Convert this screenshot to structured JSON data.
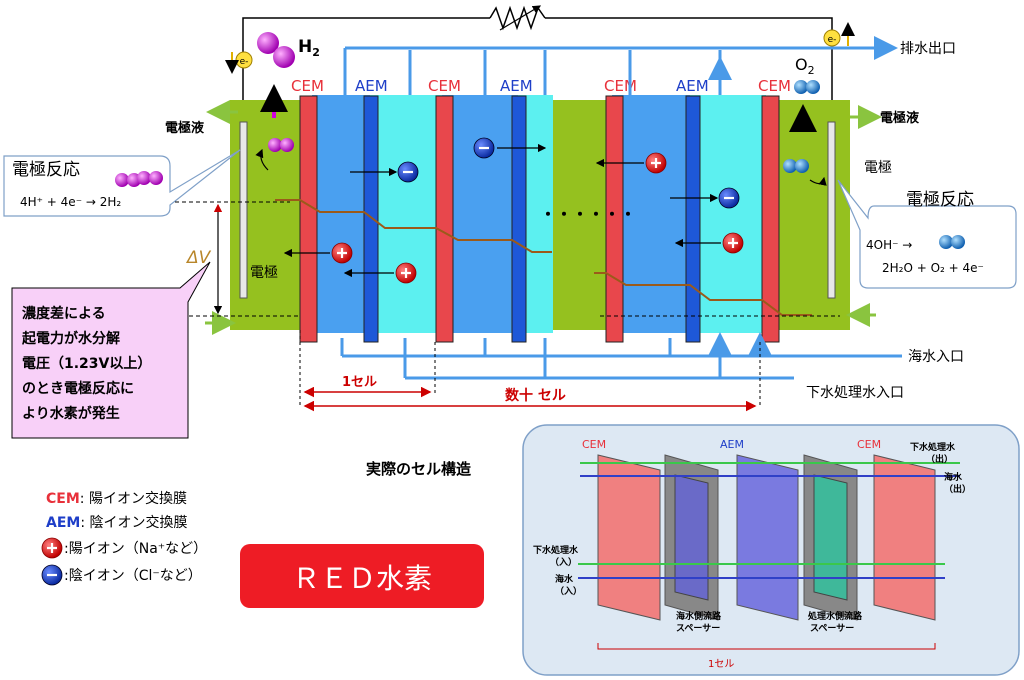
{
  "membranes": {
    "cem": "CEM",
    "aem": "AEM"
  },
  "species": {
    "h2_base": "H",
    "h2_sub": "2",
    "o2_base": "O",
    "o2_sub": "2",
    "electron": "e-"
  },
  "outlets": {
    "drain_outlet": "排水出口",
    "seawater_inlet": "海水入口",
    "treated_water_inlet": "下水処理水入口"
  },
  "electrode": {
    "electrolyte": "電極液",
    "electrode": "電極"
  },
  "left_reaction": {
    "title": "電極反応",
    "equation": "4H⁺ + 4e⁻ → 2H₂"
  },
  "right_reaction": {
    "title": "電極反応",
    "equation_line1": "4OH⁻ →",
    "equation_line2": "2H₂O + O₂ + 4e⁻"
  },
  "delta_v": "ΔV",
  "ellipsis": "・・・・・・",
  "cell_labels": {
    "one_cell": "1セル",
    "dozens_cells": "数十 セル"
  },
  "note": {
    "lines": [
      "濃度差による",
      "起電力が水分解",
      "電圧（1.23V以上）",
      "のとき電極反応に",
      "より水素が発生"
    ]
  },
  "legend": {
    "cem_abbr": "CEM",
    "cem_text": ": 陽イオン交換膜",
    "aem_abbr": "AEM",
    "aem_text": ": 陰イオン交換膜",
    "cation_text": ":陽イオン（Na⁺など）",
    "anion_text": ":陰イオン（Cl⁻など）"
  },
  "red_title": "ＲＥＤ水素",
  "inset": {
    "title": "実際のセル構造",
    "cem_left": "CEM",
    "aem": "AEM",
    "cem_right": "CEM",
    "treated_out_l1": "下水処理水",
    "treated_out_l2": "（出）",
    "sea_out_l1": "海水",
    "sea_out_l2": "（出）",
    "treated_in_l1": "下水処理水",
    "treated_in_l2": "（入）",
    "sea_in_l1": "海水",
    "sea_in_l2": "（入）",
    "spacer_sea_l1": "海水側流路",
    "spacer_sea_l2": "スペーサー",
    "spacer_treated_l1": "処理水側流路",
    "spacer_treated_l2": "スペーサー",
    "one_cell": "1セル"
  },
  "colors": {
    "cem": "#e8474c",
    "aem": "#1e58d8",
    "seawater": "#4aa0f0",
    "treated": "#5cf0f0",
    "electrolyte": "#95c11f",
    "arrow": "#4a9ae8",
    "red_banner": "#ee1c25"
  }
}
